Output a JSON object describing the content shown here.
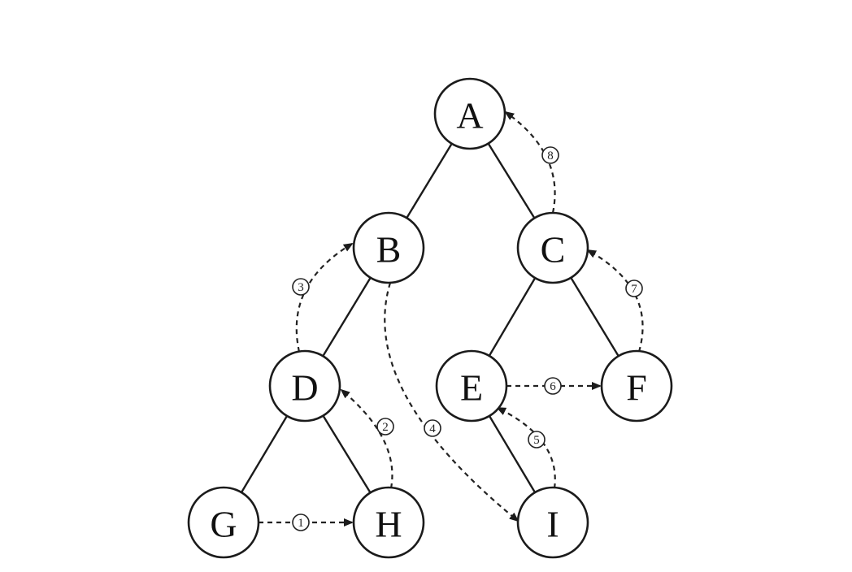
{
  "tree": {
    "nodes": [
      {
        "id": "A",
        "label": "A"
      },
      {
        "id": "B",
        "label": "B"
      },
      {
        "id": "C",
        "label": "C"
      },
      {
        "id": "D",
        "label": "D"
      },
      {
        "id": "E",
        "label": "E"
      },
      {
        "id": "F",
        "label": "F"
      },
      {
        "id": "G",
        "label": "G"
      },
      {
        "id": "H",
        "label": "H"
      },
      {
        "id": "I",
        "label": "I"
      }
    ],
    "edges": [
      {
        "from": "A",
        "to": "B"
      },
      {
        "from": "A",
        "to": "C"
      },
      {
        "from": "B",
        "to": "D"
      },
      {
        "from": "C",
        "to": "E"
      },
      {
        "from": "C",
        "to": "F"
      },
      {
        "from": "D",
        "to": "G"
      },
      {
        "from": "D",
        "to": "H"
      },
      {
        "from": "E",
        "to": "I"
      }
    ]
  },
  "threads": [
    {
      "step": "1",
      "from": "G",
      "to": "H"
    },
    {
      "step": "2",
      "from": "H",
      "to": "D"
    },
    {
      "step": "3",
      "from": "D",
      "to": "B"
    },
    {
      "step": "4",
      "from": "B",
      "to": "I"
    },
    {
      "step": "5",
      "from": "I",
      "to": "E"
    },
    {
      "step": "6",
      "from": "E",
      "to": "F"
    },
    {
      "step": "7",
      "from": "F",
      "to": "C"
    },
    {
      "step": "8",
      "from": "C",
      "to": "A"
    }
  ]
}
